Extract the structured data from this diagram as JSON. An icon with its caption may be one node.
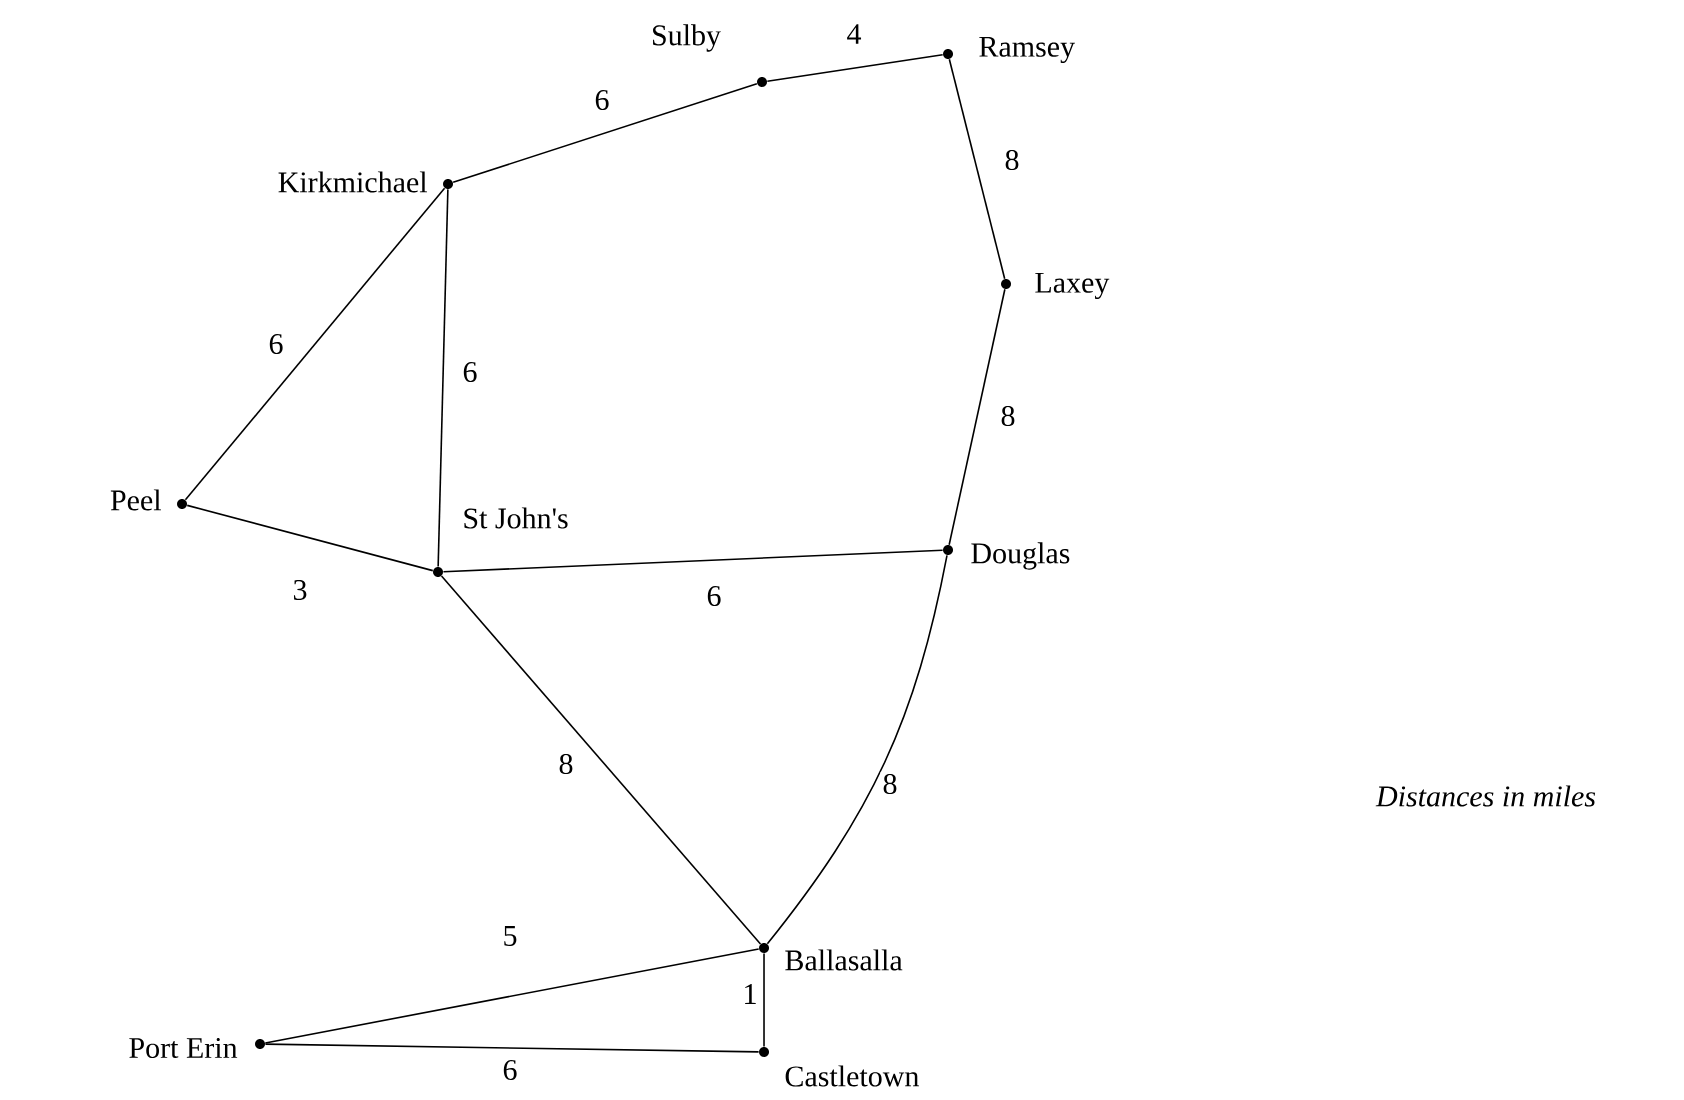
{
  "diagram": {
    "nodes": [
      {
        "text": [
          "Sulby"
        ]
      },
      {
        "text": [
          "Ramsey"
        ]
      },
      {
        "text": [
          "Kirkmichael"
        ]
      },
      {
        "text": [
          "Laxey"
        ]
      },
      {
        "text": [
          "Peel"
        ]
      },
      {
        "text": [
          "St John's"
        ]
      },
      {
        "text": [
          "Douglas"
        ]
      },
      {
        "text": [
          "Ballasalla"
        ]
      },
      {
        "text": [
          "Port Erin"
        ]
      },
      {
        "text": [
          "Castletown"
        ]
      }
    ],
    "edges": [
      {
        "from": 0,
        "to": 1,
        "arrow": "none",
        "label": "4"
      },
      {
        "from": 2,
        "to": 0,
        "arrow": "none",
        "label": "6"
      },
      {
        "from": 1,
        "to": 3,
        "arrow": "none",
        "label": "8"
      },
      {
        "from": 2,
        "to": 4,
        "arrow": "none",
        "label": "6"
      },
      {
        "from": 2,
        "to": 5,
        "arrow": "none",
        "label": "6"
      },
      {
        "from": 3,
        "to": 6,
        "arrow": "none",
        "label": "8"
      },
      {
        "from": 4,
        "to": 5,
        "arrow": "none",
        "label": "3"
      },
      {
        "from": 5,
        "to": 6,
        "arrow": "none",
        "label": "6"
      },
      {
        "from": 5,
        "to": 7,
        "arrow": "none",
        "label": "8"
      },
      {
        "from": 6,
        "to": 7,
        "arrow": "none",
        "label": "8"
      },
      {
        "from": 8,
        "to": 7,
        "arrow": "none",
        "label": "5"
      },
      {
        "from": 7,
        "to": 9,
        "arrow": "none",
        "label": "1"
      },
      {
        "from": 8,
        "to": 9,
        "arrow": "none",
        "label": "6"
      }
    ],
    "labels": [
      "*Distances in miles*"
    ]
  }
}
